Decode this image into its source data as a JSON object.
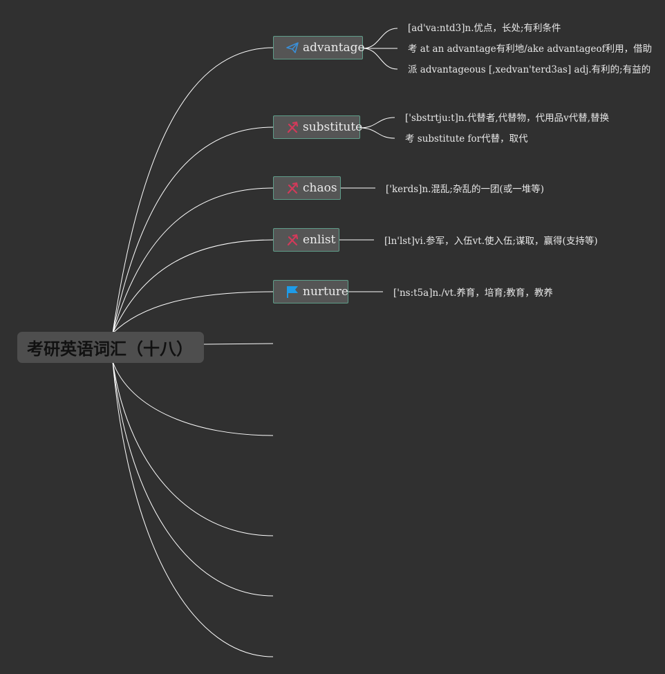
{
  "root": {
    "title": "考研英语词汇（十八）"
  },
  "branches": [
    {
      "word": "advantage",
      "icon": "paper-plane-icon",
      "details": [
        "[ad'va:ntd3]n.优点，长处;有利条件",
        "考 at an advantage有利地/ake advantageof利用，借助",
        "派 advantageous [,xedvan'terd3as] adj.有利的;有益的"
      ]
    },
    {
      "word": "substitute",
      "icon": "tools-icon",
      "details": [
        "['sbstrtju:t]n.代替者,代替物，代用品v代替,替换",
        "考 substitute for代替，取代"
      ]
    },
    {
      "word": "chaos",
      "icon": "tools-icon",
      "details": [
        "['kerds]n.混乱;杂乱的一团(或一堆等)"
      ]
    },
    {
      "word": "enlist",
      "icon": "tools-icon",
      "details": [
        "[ln'lst]vi.参军，入伍vt.使入伍;谋取，赢得(支持等)"
      ]
    },
    {
      "word": "nurture",
      "icon": "flag-icon",
      "details": [
        "['ns:t5a]n./vt.养育，培育;教育，教养"
      ]
    }
  ],
  "colors": {
    "background": "#303030",
    "node_fill": "#555555",
    "node_border": "#5f9e8a",
    "edge": "#ffffff",
    "plane_icon": "#3a8fd8",
    "tools_icon": "#d23a5a",
    "flag_icon": "#1e9be8"
  }
}
